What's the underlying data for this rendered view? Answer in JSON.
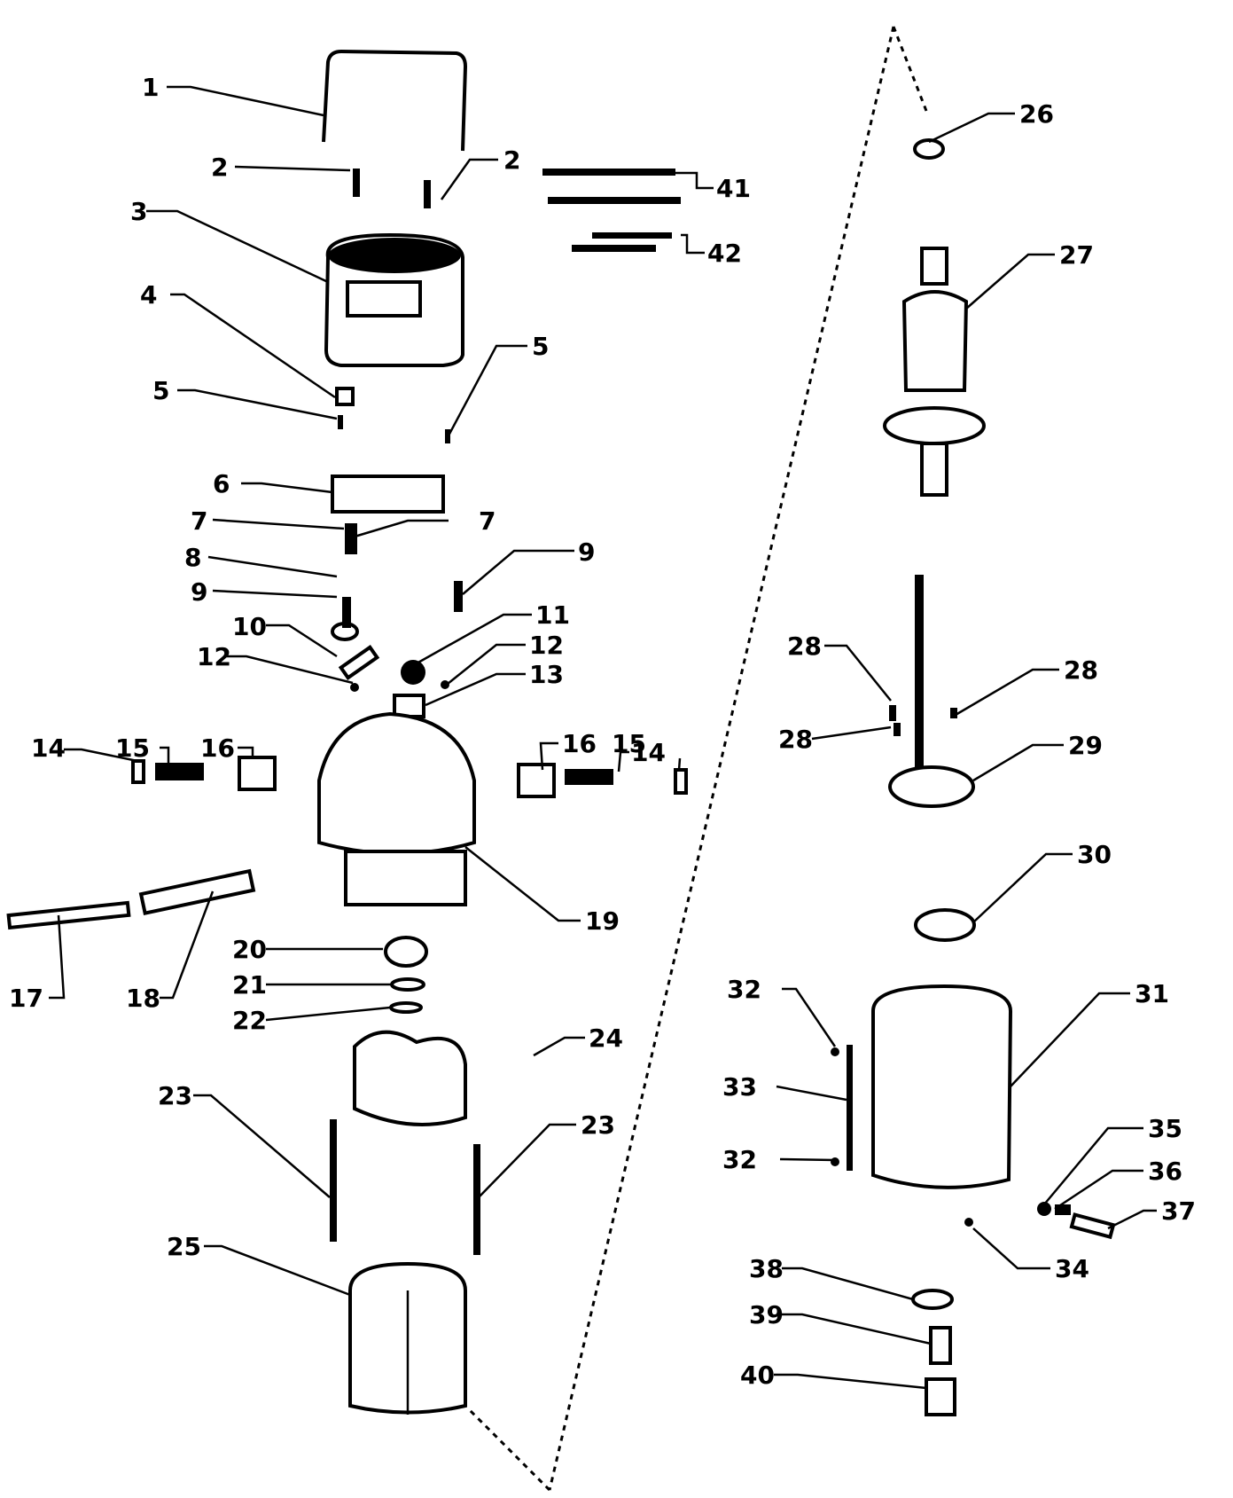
{
  "diagram": {
    "type": "exploded-parts-view",
    "callouts": [
      {
        "id": "c1",
        "label": "1"
      },
      {
        "id": "c2a",
        "label": "2"
      },
      {
        "id": "c2b",
        "label": "2"
      },
      {
        "id": "c3",
        "label": "3"
      },
      {
        "id": "c4",
        "label": "4"
      },
      {
        "id": "c5a",
        "label": "5"
      },
      {
        "id": "c5b",
        "label": "5"
      },
      {
        "id": "c6",
        "label": "6"
      },
      {
        "id": "c7a",
        "label": "7"
      },
      {
        "id": "c7b",
        "label": "7"
      },
      {
        "id": "c8",
        "label": "8"
      },
      {
        "id": "c9a",
        "label": "9"
      },
      {
        "id": "c9b",
        "label": "9"
      },
      {
        "id": "c10",
        "label": "10"
      },
      {
        "id": "c11",
        "label": "11"
      },
      {
        "id": "c12a",
        "label": "12"
      },
      {
        "id": "c12b",
        "label": "12"
      },
      {
        "id": "c13",
        "label": "13"
      },
      {
        "id": "c14a",
        "label": "14"
      },
      {
        "id": "c14b",
        "label": "14"
      },
      {
        "id": "c15a",
        "label": "15"
      },
      {
        "id": "c15b",
        "label": "15"
      },
      {
        "id": "c16a",
        "label": "16"
      },
      {
        "id": "c16b",
        "label": "16"
      },
      {
        "id": "c17",
        "label": "17"
      },
      {
        "id": "c18",
        "label": "18"
      },
      {
        "id": "c19",
        "label": "19"
      },
      {
        "id": "c20",
        "label": "20"
      },
      {
        "id": "c21",
        "label": "21"
      },
      {
        "id": "c22",
        "label": "22"
      },
      {
        "id": "c23a",
        "label": "23"
      },
      {
        "id": "c23b",
        "label": "23"
      },
      {
        "id": "c24",
        "label": "24"
      },
      {
        "id": "c25",
        "label": "25"
      },
      {
        "id": "c26",
        "label": "26"
      },
      {
        "id": "c27",
        "label": "27"
      },
      {
        "id": "c28a",
        "label": "28"
      },
      {
        "id": "c28b",
        "label": "28"
      },
      {
        "id": "c28c",
        "label": "28"
      },
      {
        "id": "c29",
        "label": "29"
      },
      {
        "id": "c30",
        "label": "30"
      },
      {
        "id": "c31",
        "label": "31"
      },
      {
        "id": "c32a",
        "label": "32"
      },
      {
        "id": "c32b",
        "label": "32"
      },
      {
        "id": "c33",
        "label": "33"
      },
      {
        "id": "c34",
        "label": "34"
      },
      {
        "id": "c35",
        "label": "35"
      },
      {
        "id": "c36",
        "label": "36"
      },
      {
        "id": "c37",
        "label": "37"
      },
      {
        "id": "c38",
        "label": "38"
      },
      {
        "id": "c39",
        "label": "39"
      },
      {
        "id": "c40",
        "label": "40"
      },
      {
        "id": "c41",
        "label": "41"
      },
      {
        "id": "c42",
        "label": "42"
      }
    ]
  }
}
